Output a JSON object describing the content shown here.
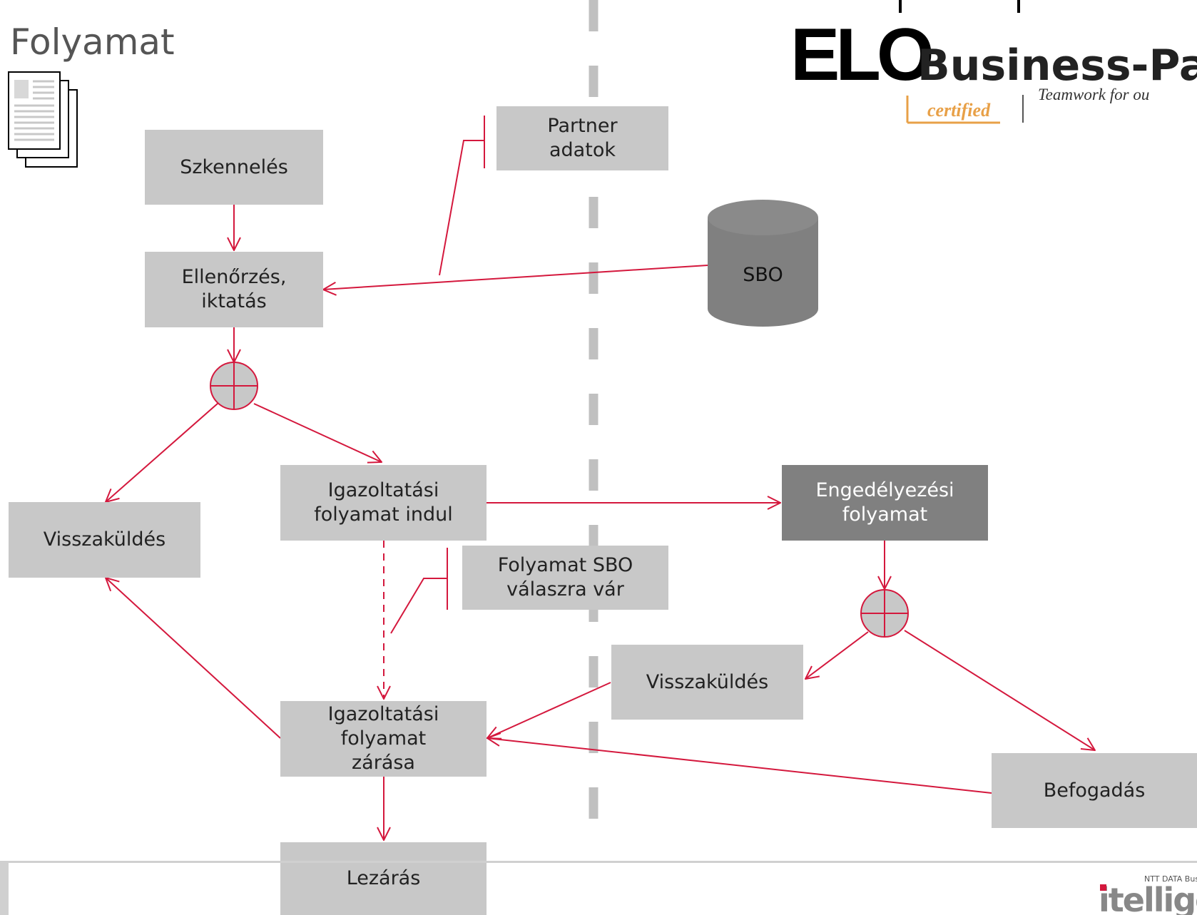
{
  "title": "Folyamat",
  "nodes": {
    "szkenneles": "Szkennelés",
    "ellenorzes": "Ellenőrzés,\niktatás",
    "partner": "Partner\nadatok",
    "sbo": "SBO",
    "visszakuldes_left": "Visszaküldés",
    "igazoltatasi_indul": "Igazoltatási\nfolyamat indul",
    "engedelyezesi": "Engedélyezési\nfolyamat",
    "folyamat_sbo": "Folyamat SBO\nválaszra vár",
    "visszakuldes_right": "Visszaküldés",
    "igazoltatasi_zarasa": "Igazoltatási\nfolyamat\nzárása",
    "befogadas": "Befogadás",
    "lezaras": "Lezárás"
  },
  "logos": {
    "elo_text": "ELO",
    "elo_business": "Business-Pa",
    "elo_tagline": "Teamwork for ou",
    "elo_certified": "certified",
    "itelligence_text": "itellige",
    "itelligence_tag": "NTT DATA Bus"
  },
  "colors": {
    "box": "#c8c8c8",
    "box_dark": "#808080",
    "connector": "#d4183d",
    "divider": "#c0c0c0",
    "elo_orange": "#e8a047"
  }
}
